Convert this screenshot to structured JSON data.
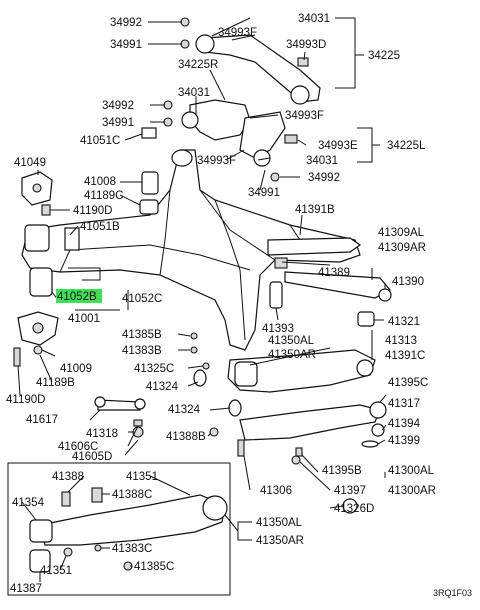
{
  "diagram": {
    "highlight_color": "#3ee05a",
    "highlighted_part": "41052B",
    "catalog_code": "3RQ1F03",
    "labels": {
      "p34992a": "34992",
      "p34991a": "34991",
      "p34993Fa": "34993F",
      "p34031a": "34031",
      "p34993D": "34993D",
      "p34225": "34225",
      "p34225R": "34225R",
      "p34992b": "34992",
      "p34031b": "34031",
      "p34991b": "34991",
      "p34993Fb": "34993F",
      "p41051C": "41051C",
      "p34993E": "34993E",
      "p34225L": "34225L",
      "p34031c": "34031",
      "p34993Fc": "34993F",
      "p34992c": "34992",
      "p34991c": "34991",
      "p41049": "41049",
      "p41008": "41008",
      "p41189C": "41189C",
      "p41190D": "41190D",
      "p41051B": "41051B",
      "p41391B": "41391B",
      "p41309AL": "41309AL",
      "p41309AR": "41309AR",
      "p41389": "41389",
      "p41390": "41390",
      "p41052B": "41052B",
      "p41052C": "41052C",
      "p41001": "41001",
      "p41393": "41393",
      "p41321": "41321",
      "p41385B": "41385B",
      "p41350AL": "41350AL",
      "p41313": "41313",
      "p41383B": "41383B",
      "p41350AR": "41350AR",
      "p41391C": "41391C",
      "p41009": "41009",
      "p41325C": "41325C",
      "p41189B": "41189B",
      "p41324a": "41324",
      "p41395C": "41395C",
      "p41190D2": "41190D",
      "p41317": "41317",
      "p41617": "41617",
      "p41324b": "41324",
      "p41394": "41394",
      "p41318": "41318",
      "p41388B": "41388B",
      "p41399": "41399",
      "p41606C": "41606C",
      "p41395B": "41395B",
      "p41300AL": "41300AL",
      "p41605D": "41605D",
      "p41306": "41306",
      "p41397": "41397",
      "p41300AR": "41300AR",
      "p41388": "41388",
      "p41351a": "41351",
      "p41326D": "41326D",
      "p41388C": "41388C",
      "p41354": "41354",
      "p41350AL2": "41350AL",
      "p41350AR2": "41350AR",
      "p41383C": "41383C",
      "p41351b": "41351",
      "p41385C": "41385C",
      "p41387": "41387"
    }
  }
}
